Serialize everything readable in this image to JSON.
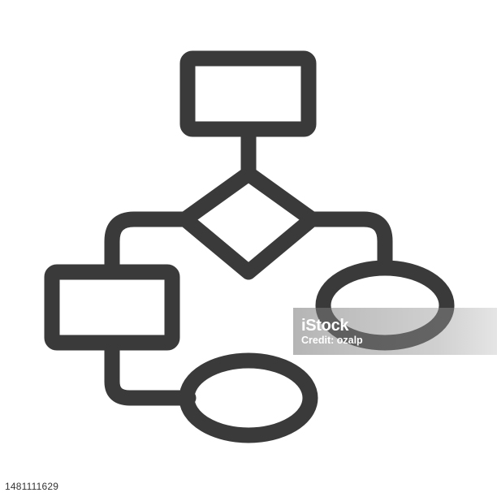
{
  "colors": {
    "stroke": "#3a3a3a",
    "background": "#ffffff"
  },
  "watermark": {
    "brand": "iStock",
    "credit": "Credit: ozalp"
  },
  "footer": {
    "image_id": "1481111629"
  },
  "icon": "flowchart-icon"
}
